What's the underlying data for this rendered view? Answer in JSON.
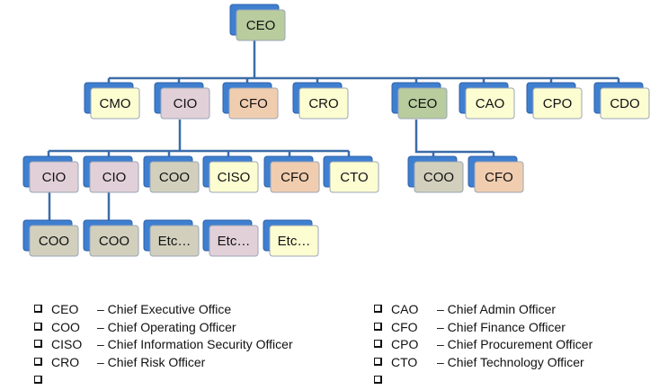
{
  "colors": {
    "connector": "#3c6ca8",
    "node_back": "#3f7fd0",
    "green": "#b8cc9e",
    "pink": "#e2d0d8",
    "peach": "#f1cdb0",
    "yellow": "#fdfdd2",
    "grey": "#d2d0bd"
  },
  "org_chart": {
    "root": {
      "label": "CEO",
      "color": "green"
    },
    "level1": [
      {
        "label": "CMO",
        "color": "yellow"
      },
      {
        "label": "CIO",
        "color": "pink"
      },
      {
        "label": "CFO",
        "color": "peach"
      },
      {
        "label": "CRO",
        "color": "yellow"
      },
      {
        "label": "CEO",
        "color": "green"
      },
      {
        "label": "CAO",
        "color": "yellow"
      },
      {
        "label": "CPO",
        "color": "yellow"
      },
      {
        "label": "CDO",
        "color": "yellow"
      }
    ],
    "cio_reports": [
      {
        "label": "CIO",
        "color": "pink"
      },
      {
        "label": "CIO",
        "color": "pink"
      },
      {
        "label": "COO",
        "color": "grey"
      },
      {
        "label": "CISO",
        "color": "yellow"
      },
      {
        "label": "CFO",
        "color": "peach"
      },
      {
        "label": "CTO",
        "color": "yellow"
      }
    ],
    "ceo_reports": [
      {
        "label": "COO",
        "color": "grey"
      },
      {
        "label": "CFO",
        "color": "peach"
      }
    ],
    "level3": [
      {
        "label": "COO",
        "color": "grey"
      },
      {
        "label": "COO",
        "color": "grey"
      },
      {
        "label": "Etc…",
        "color": "grey"
      },
      {
        "label": "Etc…",
        "color": "pink"
      },
      {
        "label": "Etc…",
        "color": "yellow"
      }
    ]
  },
  "legend": {
    "left": [
      {
        "abbr": "CEO",
        "desc": "– Chief Executive Office"
      },
      {
        "abbr": "COO",
        "desc": "– Chief Operating Officer"
      },
      {
        "abbr": "CISO",
        "desc": "– Chief Information Security Officer"
      },
      {
        "abbr": "CRO",
        "desc": "– Chief Risk Officer"
      }
    ],
    "right": [
      {
        "abbr": "CAO",
        "desc": "– Chief Admin Officer"
      },
      {
        "abbr": "CFO",
        "desc": "– Chief Finance Officer"
      },
      {
        "abbr": "CPO",
        "desc": "– Chief Procurement Officer"
      },
      {
        "abbr": "CTO",
        "desc": "– Chief Technology Officer"
      }
    ]
  }
}
